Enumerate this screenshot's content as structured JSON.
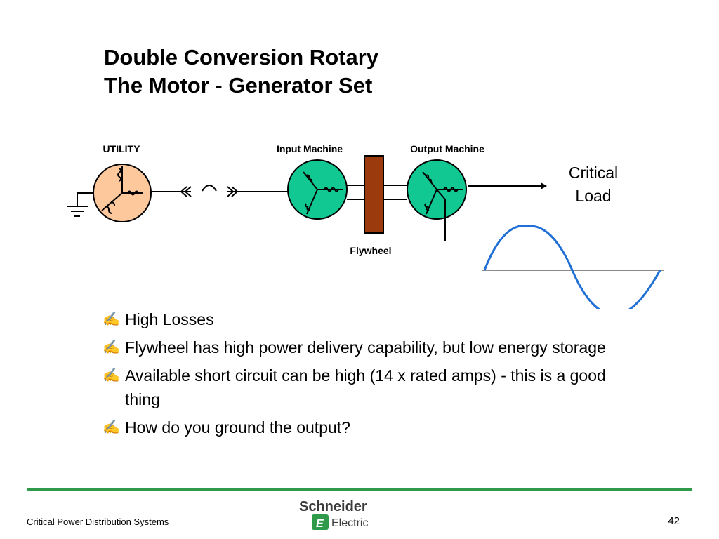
{
  "title": {
    "line1": "Double Conversion Rotary",
    "line2": "The Motor - Generator Set"
  },
  "diagram": {
    "utility_label": "UTILITY",
    "input_machine_label": "Input Machine",
    "output_machine_label": "Output Machine",
    "flywheel_label": "Flywheel",
    "critical_load_line1": "Critical",
    "critical_load_line2": "Load",
    "colors": {
      "utility": "#fdc89b",
      "machines": "#12c892",
      "flywheel": "#9b3a0c",
      "sine": "#1f6fd6"
    }
  },
  "bullets": [
    {
      "icon": "writing-hand-icon",
      "text": "High Losses"
    },
    {
      "icon": "writing-hand-icon",
      "text": "Flywheel has high power delivery capability, but low energy storage"
    },
    {
      "icon": "writing-hand-icon",
      "text": "Available short circuit can be high (14 x rated amps) - this is a good thing"
    },
    {
      "icon": "writing-hand-icon",
      "text": "How do you ground the output?"
    }
  ],
  "footer": {
    "left": "Critical Power Distribution Systems",
    "page": "42",
    "logo_line1": "Schneider",
    "logo_line2": "Electric",
    "accent": "#2e9a4a"
  }
}
